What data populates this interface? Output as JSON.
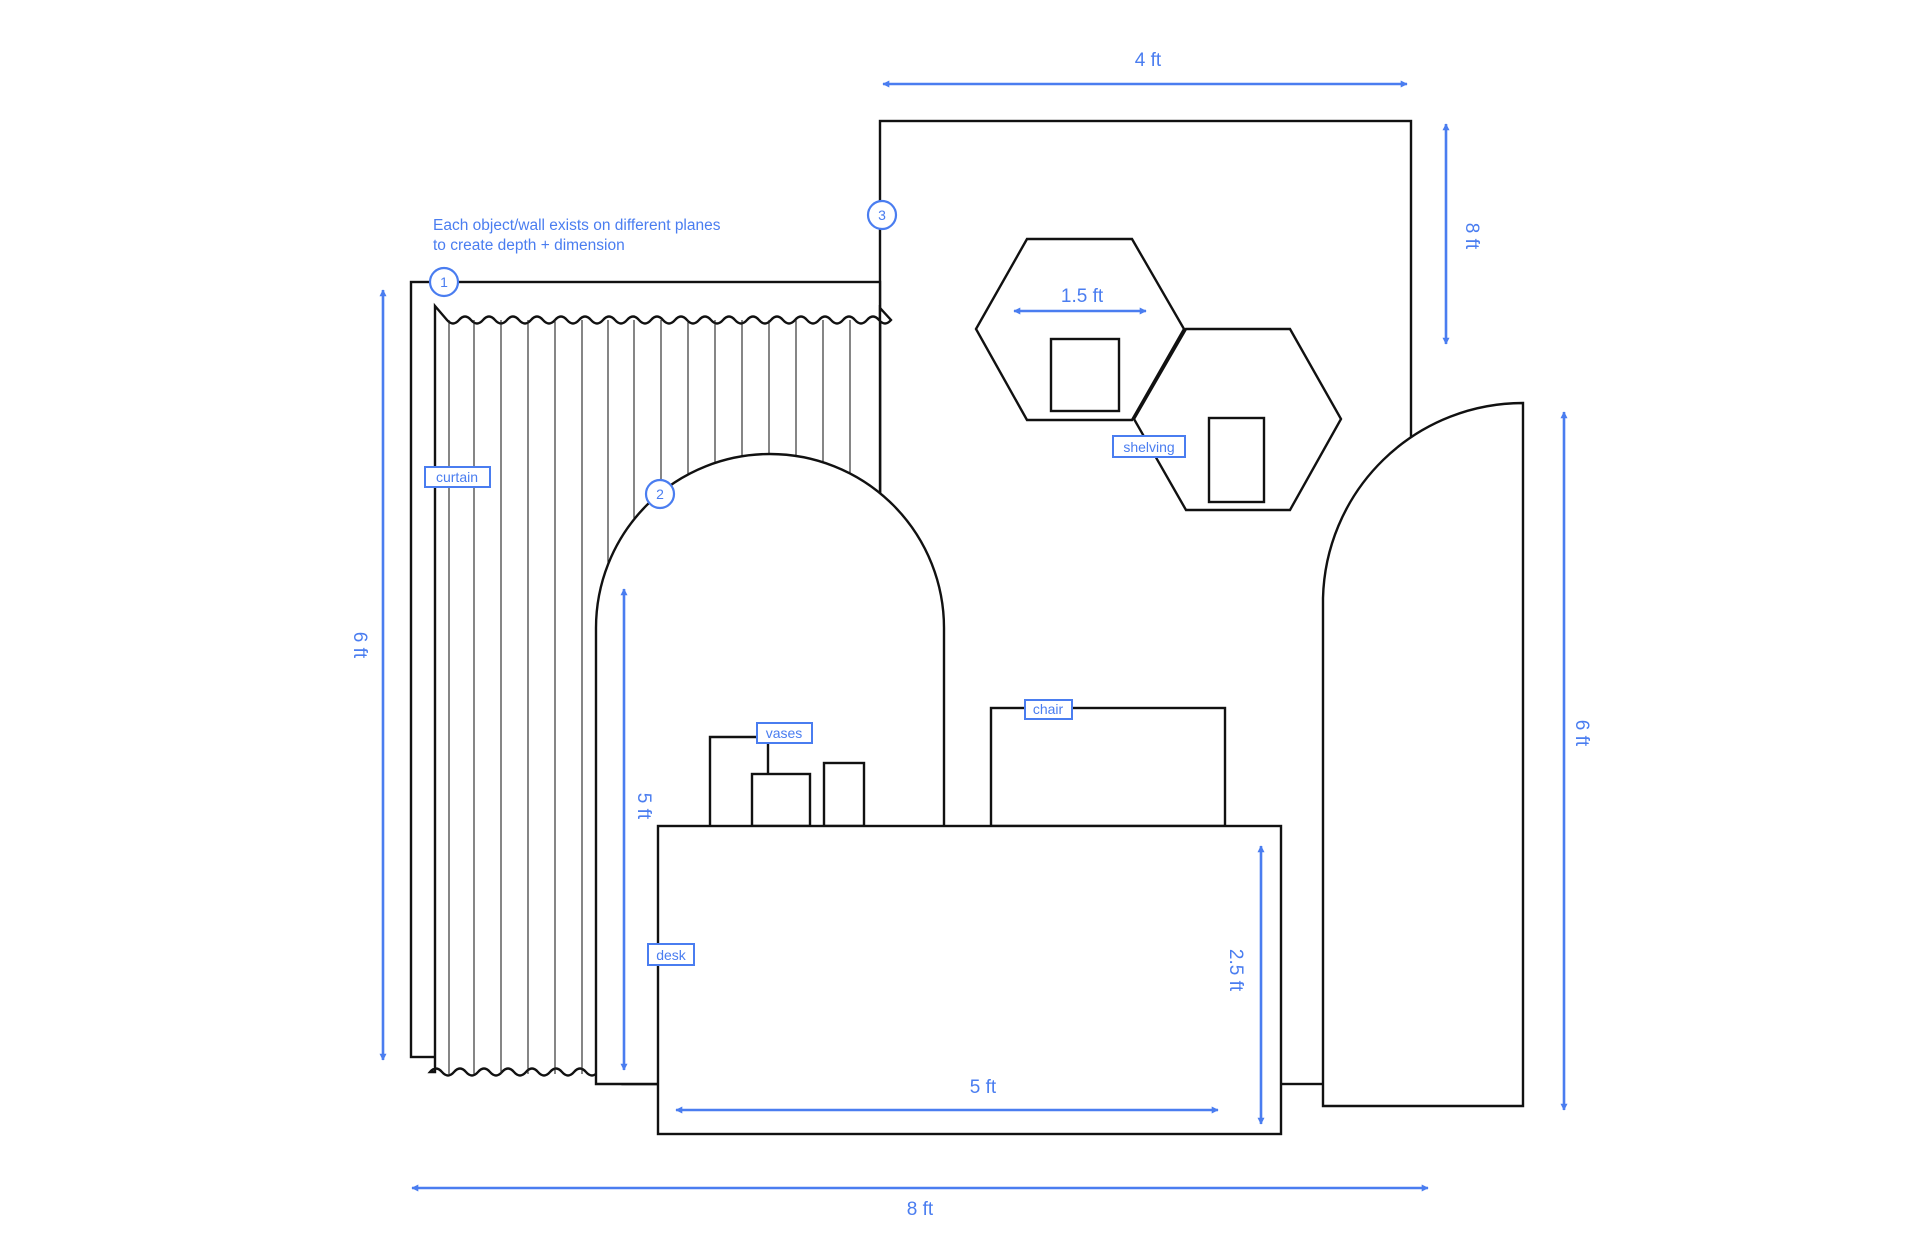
{
  "colors": {
    "accent": "#4a7df0",
    "outline": "#111111"
  },
  "note": {
    "line1": "Each object/wall exists on different planes",
    "line2": "to create depth + dimension"
  },
  "steps": [
    "1",
    "2",
    "3"
  ],
  "tags": {
    "curtain": "curtain",
    "shelving": "shelving",
    "vases": "vases",
    "chair": "chair",
    "desk": "desk"
  },
  "dimensions": {
    "top_width": "4 ft",
    "right_panel_height": "8 ft",
    "curtain_height": "6 ft",
    "shelf_width": "1.5 ft",
    "arch_height": "5 ft",
    "desk_height": "2.5 ft",
    "desk_width": "5 ft",
    "right_arch_height": "6 ft",
    "overall_width": "8 ft"
  }
}
